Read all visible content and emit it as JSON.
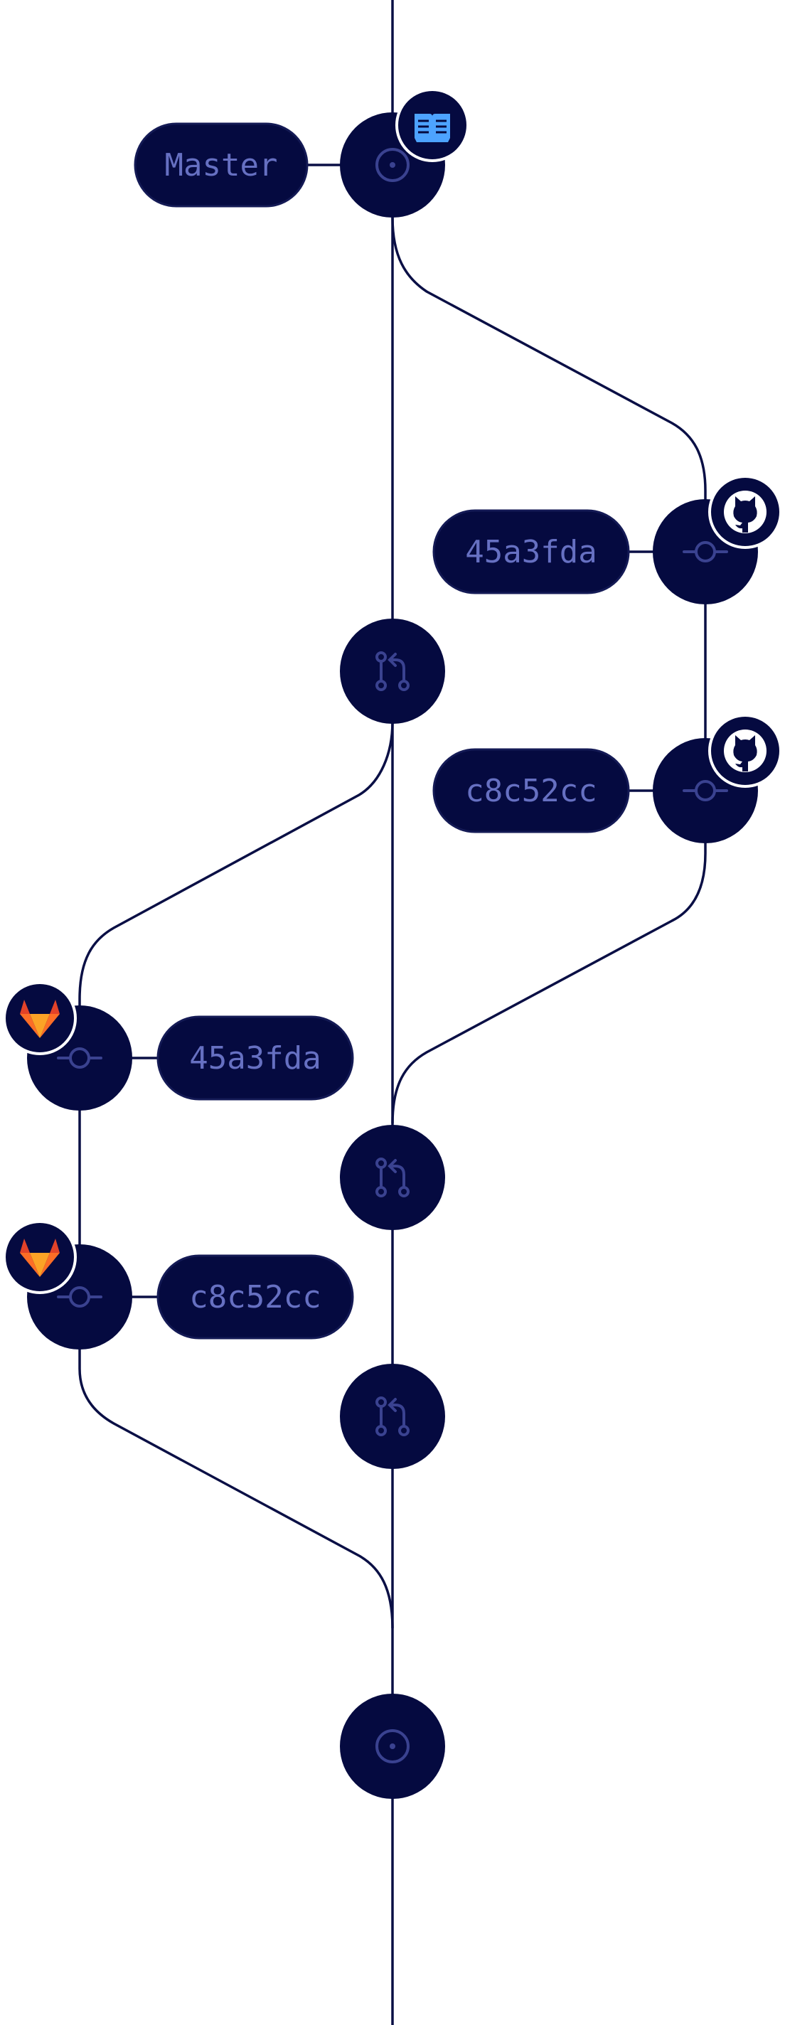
{
  "nodes": [
    {
      "id": "master-head",
      "kind": "head",
      "label": "Master",
      "badge": "book-icon"
    },
    {
      "id": "github-commit-1",
      "kind": "commit",
      "label": "45a3fda",
      "badge": "github-icon"
    },
    {
      "id": "merge-1",
      "kind": "merge",
      "label": "",
      "badge": ""
    },
    {
      "id": "github-commit-2",
      "kind": "commit",
      "label": "c8c52cc",
      "badge": "github-icon"
    },
    {
      "id": "gitlab-commit-1",
      "kind": "commit",
      "label": "45a3fda",
      "badge": "gitlab-icon"
    },
    {
      "id": "merge-2",
      "kind": "merge",
      "label": "",
      "badge": ""
    },
    {
      "id": "gitlab-commit-2",
      "kind": "commit",
      "label": "c8c52cc",
      "badge": "gitlab-icon"
    },
    {
      "id": "merge-3",
      "kind": "merge",
      "label": "",
      "badge": ""
    },
    {
      "id": "master-tail",
      "kind": "head",
      "label": "",
      "badge": ""
    }
  ],
  "colors": {
    "node": "#050a40",
    "line": "#0a0f45",
    "label_text": "#6670c2",
    "glyph": "#3a4290",
    "book_badge": "#4da3ff",
    "gitlab_orange": "#e24329",
    "gitlab_light": "#fca326"
  }
}
